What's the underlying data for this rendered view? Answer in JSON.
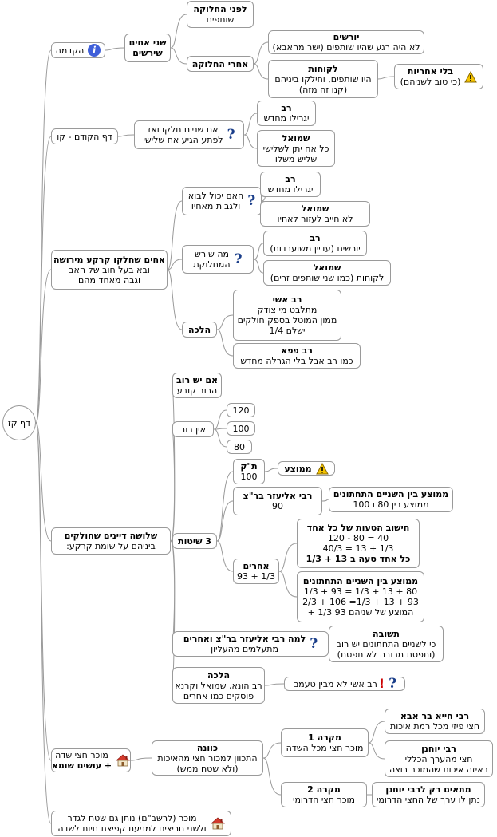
{
  "map": {
    "links": [
      [
        "root",
        "intro"
      ],
      [
        "root",
        "prev"
      ],
      [
        "root",
        "brothers"
      ],
      [
        "root",
        "three"
      ],
      [
        "root",
        "seller"
      ],
      [
        "root",
        "fence"
      ],
      [
        "intro",
        "n_shnei"
      ],
      [
        "n_shnei",
        "lifnei"
      ],
      [
        "n_shnei",
        "achrei"
      ],
      [
        "achrei",
        "yorshim"
      ],
      [
        "achrei",
        "lokchot"
      ],
      [
        "lokchot",
        "bli"
      ],
      [
        "prev",
        "q_shnayim"
      ],
      [
        "q_shnayim",
        "rav1"
      ],
      [
        "q_shnayim",
        "shmuel1"
      ],
      [
        "brothers",
        "q_yachol"
      ],
      [
        "brothers",
        "q_shoresh"
      ],
      [
        "brothers",
        "halacha1"
      ],
      [
        "q_yachol",
        "rav2"
      ],
      [
        "q_yachol",
        "shmuel2"
      ],
      [
        "q_shoresh",
        "rav3"
      ],
      [
        "q_shoresh",
        "shmuel3"
      ],
      [
        "halacha1",
        "ravashi"
      ],
      [
        "halacha1",
        "ravpapa"
      ],
      [
        "three",
        "im_rov"
      ],
      [
        "three",
        "ein_rov"
      ],
      [
        "three",
        "shitot"
      ],
      [
        "three",
        "q_lama"
      ],
      [
        "three",
        "halacha2"
      ],
      [
        "ein_rov",
        "v120"
      ],
      [
        "ein_rov",
        "v100"
      ],
      [
        "ein_rov",
        "v80"
      ],
      [
        "shitot",
        "tak"
      ],
      [
        "shitot",
        "eliezer"
      ],
      [
        "shitot",
        "acherim"
      ],
      [
        "tak",
        "memutza"
      ],
      [
        "eliezer",
        "mem2"
      ],
      [
        "acherim",
        "chishuv"
      ],
      [
        "acherim",
        "mem3"
      ],
      [
        "q_lama",
        "teshuva"
      ],
      [
        "halacha2",
        "ravashi2"
      ],
      [
        "seller",
        "kavana"
      ],
      [
        "kavana",
        "mikre1"
      ],
      [
        "kavana",
        "mikre2"
      ],
      [
        "mikre1",
        "chiya"
      ],
      [
        "mikre1",
        "yochanan"
      ],
      [
        "mikre2",
        "mataim"
      ]
    ],
    "nodes": [
      {
        "id": "root",
        "lines": [
          {
            "t": "דף קז"
          }
        ]
      },
      {
        "id": "intro",
        "icon": "info-icon",
        "lines": [
          {
            "t": "הקדמה"
          }
        ]
      },
      {
        "id": "n_shnei",
        "lines": [
          {
            "t": "שני אחים",
            "b": true
          },
          {
            "t": "שירשים",
            "b": true
          }
        ]
      },
      {
        "id": "lifnei",
        "lines": [
          {
            "t": "לפני החלוקה",
            "b": true
          },
          {
            "t": "שותפים"
          }
        ]
      },
      {
        "id": "achrei",
        "lines": [
          {
            "t": "אחרי החלוקה",
            "b": true
          }
        ]
      },
      {
        "id": "yorshim",
        "lines": [
          {
            "t": "יורשים",
            "b": true
          },
          {
            "t": "לא היה רגע שהיו שותפים (ישר מהאבא)"
          }
        ]
      },
      {
        "id": "lokchot",
        "lines": [
          {
            "t": "לקוחות",
            "b": true
          },
          {
            "t": "היו שותפים, וחילקו ביניהם"
          },
          {
            "t": "(קנו זה מזה)"
          }
        ]
      },
      {
        "id": "bli",
        "icon": "warning-icon",
        "lines": [
          {
            "t": "בלי אחריות",
            "b": true
          },
          {
            "t": "(כי טוב לשניהם)"
          }
        ]
      },
      {
        "id": "prev",
        "lines": [
          {
            "t": "דף הקודם - קו"
          }
        ]
      },
      {
        "id": "q_shnayim",
        "icon": "question-icon",
        "lines": [
          {
            "t": "אם שניים חלקו ואז"
          },
          {
            "t": "לפתע הגיע אח שלישי"
          }
        ]
      },
      {
        "id": "rav1",
        "lines": [
          {
            "t": "רב",
            "b": true
          },
          {
            "t": "יגרילו מחדש"
          }
        ]
      },
      {
        "id": "shmuel1",
        "lines": [
          {
            "t": "שמואל",
            "b": true
          },
          {
            "t": "כל אח יתן לשלישי"
          },
          {
            "t": "שליש משלו"
          }
        ]
      },
      {
        "id": "brothers",
        "lines": [
          {
            "t": "אחים שחלקו קרקע מירושה",
            "b": true
          },
          {
            "t": "ובא בעל חוב של האב"
          },
          {
            "t": "וגבה מאחד מהם"
          }
        ]
      },
      {
        "id": "q_yachol",
        "icon": "question-icon",
        "lines": [
          {
            "t": "האם יכול לבוא"
          },
          {
            "t": "ולגבות מאחיו"
          }
        ]
      },
      {
        "id": "rav2",
        "lines": [
          {
            "t": "רב",
            "b": true
          },
          {
            "t": "יגרילו מחדש"
          }
        ]
      },
      {
        "id": "shmuel2",
        "lines": [
          {
            "t": "שמואל",
            "b": true
          },
          {
            "t": "לא חייב לעזור לאחיו"
          }
        ]
      },
      {
        "id": "q_shoresh",
        "icon": "question-icon",
        "lines": [
          {
            "t": "מה שורש"
          },
          {
            "t": "המחלוקת"
          }
        ]
      },
      {
        "id": "rav3",
        "lines": [
          {
            "t": "רב",
            "b": true
          },
          {
            "t": "יורשים (עדיין משועבדות)"
          }
        ]
      },
      {
        "id": "shmuel3",
        "lines": [
          {
            "t": "שמואל",
            "b": true
          },
          {
            "t": "לקוחות (כמו שני שותפים זרים)"
          }
        ]
      },
      {
        "id": "halacha1",
        "lines": [
          {
            "t": "הלכה",
            "b": true
          }
        ]
      },
      {
        "id": "ravashi",
        "lines": [
          {
            "t": "רב אשי",
            "b": true
          },
          {
            "t": "מתלבט מי צודק"
          },
          {
            "t": "ממון המוטל בספק חולקים"
          },
          {
            "t": "ישלם 1/4"
          }
        ]
      },
      {
        "id": "ravpapa",
        "lines": [
          {
            "t": "רב פפא",
            "b": true
          },
          {
            "t": "כמו רב אבל בלי הגרלה מחדש"
          }
        ]
      },
      {
        "id": "three",
        "lines": [
          {
            "t": "שלושה דיינים שחולקים",
            "b": true
          },
          {
            "t": "ביניהם על שומת קרקע:"
          }
        ]
      },
      {
        "id": "im_rov",
        "lines": [
          {
            "t": "אם יש רוב",
            "b": true
          },
          {
            "t": "הרוב קובע"
          }
        ]
      },
      {
        "id": "ein_rov",
        "lines": [
          {
            "t": "אין רוב"
          }
        ]
      },
      {
        "id": "v120",
        "lines": [
          {
            "t": "120"
          }
        ]
      },
      {
        "id": "v100",
        "lines": [
          {
            "t": "100"
          }
        ]
      },
      {
        "id": "v80",
        "lines": [
          {
            "t": "80"
          }
        ]
      },
      {
        "id": "shitot",
        "lines": [
          {
            "t": "3 שיטות",
            "b": true
          }
        ]
      },
      {
        "id": "tak",
        "lines": [
          {
            "t": "ת\"ק",
            "b": true
          },
          {
            "t": "100"
          }
        ]
      },
      {
        "id": "memutza",
        "icon": "warning-icon",
        "lines": [
          {
            "t": "ממוצע",
            "b": true
          }
        ]
      },
      {
        "id": "eliezer",
        "lines": [
          {
            "t": "רבי אליעזר בר\"צ",
            "b": true
          },
          {
            "t": "90"
          }
        ]
      },
      {
        "id": "mem2",
        "lines": [
          {
            "t": "ממוצע בין השניים התחתונים",
            "b": true
          },
          {
            "t": "ממוצע בין 80 ו 100"
          }
        ]
      },
      {
        "id": "acherim",
        "lines": [
          {
            "t": "אחרים",
            "b": true
          },
          {
            "t": "1/3 + 93"
          }
        ]
      },
      {
        "id": "chishuv",
        "lines": [
          {
            "t": "חישוב הטעות של כל אחד",
            "b": true
          },
          {
            "t": "40 = 80 - 120"
          },
          {
            "t": "1/3 + 13 = 40/3"
          },
          {
            "t": "כל אחד טעה ב 13 + 1/3",
            "b": true
          }
        ]
      },
      {
        "id": "mem3",
        "lines": [
          {
            "t": "ממוצע בין השניים התחתונים",
            "b": true
          },
          {
            "t": "80 + 13 + 1/3 = 93 + 1/3"
          },
          {
            "t": "93 + 13 + 1/3= 106 + 2/3"
          },
          {
            "t": "המוצע של שניהם  93  1/3 +"
          }
        ]
      },
      {
        "id": "q_lama",
        "icon": "question-icon",
        "lines": [
          {
            "t": "למה רבי אליעזר בר\"צ ואחרים",
            "b": true
          },
          {
            "t": "מתעלמים מהעליון"
          }
        ]
      },
      {
        "id": "teshuva",
        "lines": [
          {
            "t": "תשובה",
            "b": true
          },
          {
            "t": "כי לשניים התחתונים יש רוב"
          },
          {
            "t": "(ותפסת מרובה לא תפסת)"
          }
        ]
      },
      {
        "id": "halacha2",
        "lines": [
          {
            "t": "הלכה",
            "b": true
          },
          {
            "t": "רב הונא, שמואל וקרנא"
          },
          {
            "t": "פוסקים כמו אחרים"
          }
        ]
      },
      {
        "id": "ravashi2",
        "icon": "question-excl-icon",
        "lines": [
          {
            "t": "רב אשי לא מבין טעמם"
          }
        ]
      },
      {
        "id": "seller",
        "icon": "house-icon",
        "lines": [
          {
            "t": "מוכר חצי שדה"
          },
          {
            "t": "+ עושים שומא",
            "b": true
          }
        ]
      },
      {
        "id": "kavana",
        "lines": [
          {
            "t": "כוונה",
            "b": true
          },
          {
            "t": "התכוון למכור חצי מהאיכות"
          },
          {
            "t": "(ולא שטח ממש)"
          }
        ]
      },
      {
        "id": "mikre1",
        "lines": [
          {
            "t": "מקרה 1",
            "b": true
          },
          {
            "t": "מוכר חצי מכל השדה"
          }
        ]
      },
      {
        "id": "mikre2",
        "lines": [
          {
            "t": "מקרה 2",
            "b": true
          },
          {
            "t": "מוכר חצי הדרומי"
          }
        ]
      },
      {
        "id": "chiya",
        "lines": [
          {
            "t": "רבי חייא בר אבא",
            "b": true
          },
          {
            "t": "חצי פיזי מכל רמת איכות"
          }
        ]
      },
      {
        "id": "yochanan",
        "lines": [
          {
            "t": "רבי יוחנן",
            "b": true
          },
          {
            "t": "חצי מהערך הכללי"
          },
          {
            "t": "באיזה איכות שהמוכר רוצה"
          }
        ]
      },
      {
        "id": "mataim",
        "lines": [
          {
            "t": "מתאים רק לרבי יוחנן",
            "b": true
          },
          {
            "t": "נתן לו ערך של החצי הדרומי"
          }
        ]
      },
      {
        "id": "fence",
        "icon": "house-icon",
        "lines": [
          {
            "t": "מוכר (לרשב\"ם) נותן גם שטח לגדר"
          },
          {
            "t": "ולשני חריצים למניעת קפיצת חיות לשדה"
          }
        ]
      }
    ]
  }
}
